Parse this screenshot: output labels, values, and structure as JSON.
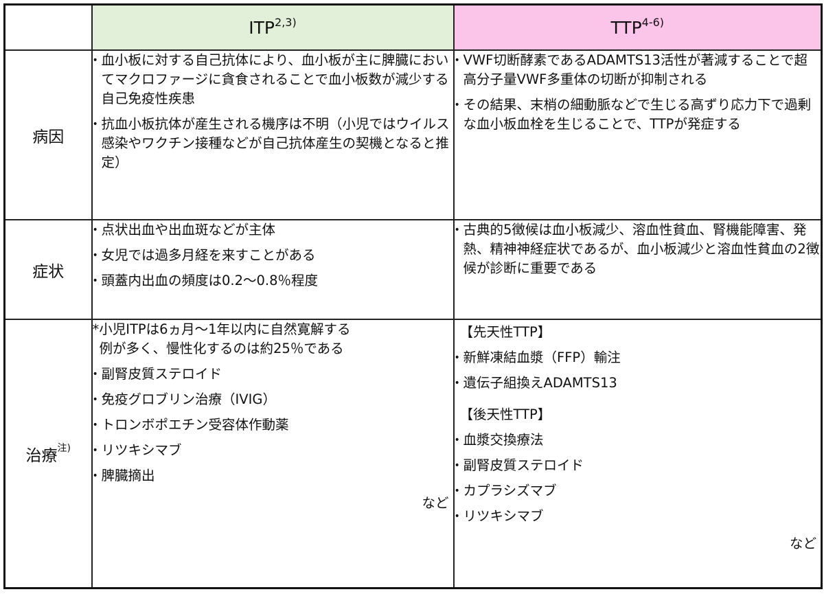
{
  "header": {
    "blank": "",
    "itp": {
      "label": "ITP",
      "ref": "2,3)",
      "bg": "#e2efd9"
    },
    "ttp": {
      "label": "TTP",
      "ref": "4-6)",
      "bg": "#fbc5ea"
    }
  },
  "rows": {
    "cause": {
      "label": "病因",
      "itp": [
        "血小板に対する自己抗体により、血小板が主に脾臓においてマクロファージに貪食されることで血小板数が減少する自己免疫性疾患",
        "抗血小板抗体が産生される機序は不明（小児ではウイルス感染やワクチン接種などが自己抗体産生の契機となると推定）"
      ],
      "ttp": [
        "VWF切断酵素であるADAMTS13活性が著減することで超高分子量VWF多重体の切断が抑制される",
        "その結果、末梢の細動脈などで生じる高ずり応力下で過剰な血小板血栓を生じることで、TTPが発症する"
      ]
    },
    "symptoms": {
      "label": "症状",
      "itp": [
        "点状出血や出血斑などが主体",
        "女児では過多月経を来すことがある",
        "頭蓋内出血の頻度は0.2～0.8％程度"
      ],
      "ttp": [
        "古典的5徴候は血小板減少、溶血性貧血、腎機能障害、発熱、精神神経症状であるが、血小板減少と溶血性貧血の2徴候が診断に重要である"
      ]
    },
    "treatment": {
      "label": "治療",
      "label_note": "注)",
      "itp": {
        "note_line1": "*小児ITPは6ヵ月～1年以内に自然寛解する",
        "note_line2": "例が多く、慢性化するのは約25％である",
        "items": [
          "副腎皮質ステロイド",
          "免疫グロブリン治療（IVIG）",
          "トロンボポエチン受容体作動薬",
          "リツキシマブ",
          "脾臓摘出"
        ],
        "etc": "など"
      },
      "ttp": {
        "congenital_head": "【先天性TTP】",
        "congenital_items": [
          "新鮮凍結血漿（FFP）輸注",
          "遺伝子組換えADAMTS13"
        ],
        "acquired_head": "【後天性TTP】",
        "acquired_items": [
          "血漿交換療法",
          "副腎皮質ステロイド",
          "カプラシズマブ",
          "リツキシマブ"
        ],
        "etc": "など"
      }
    }
  },
  "bullet_glyph": "•"
}
